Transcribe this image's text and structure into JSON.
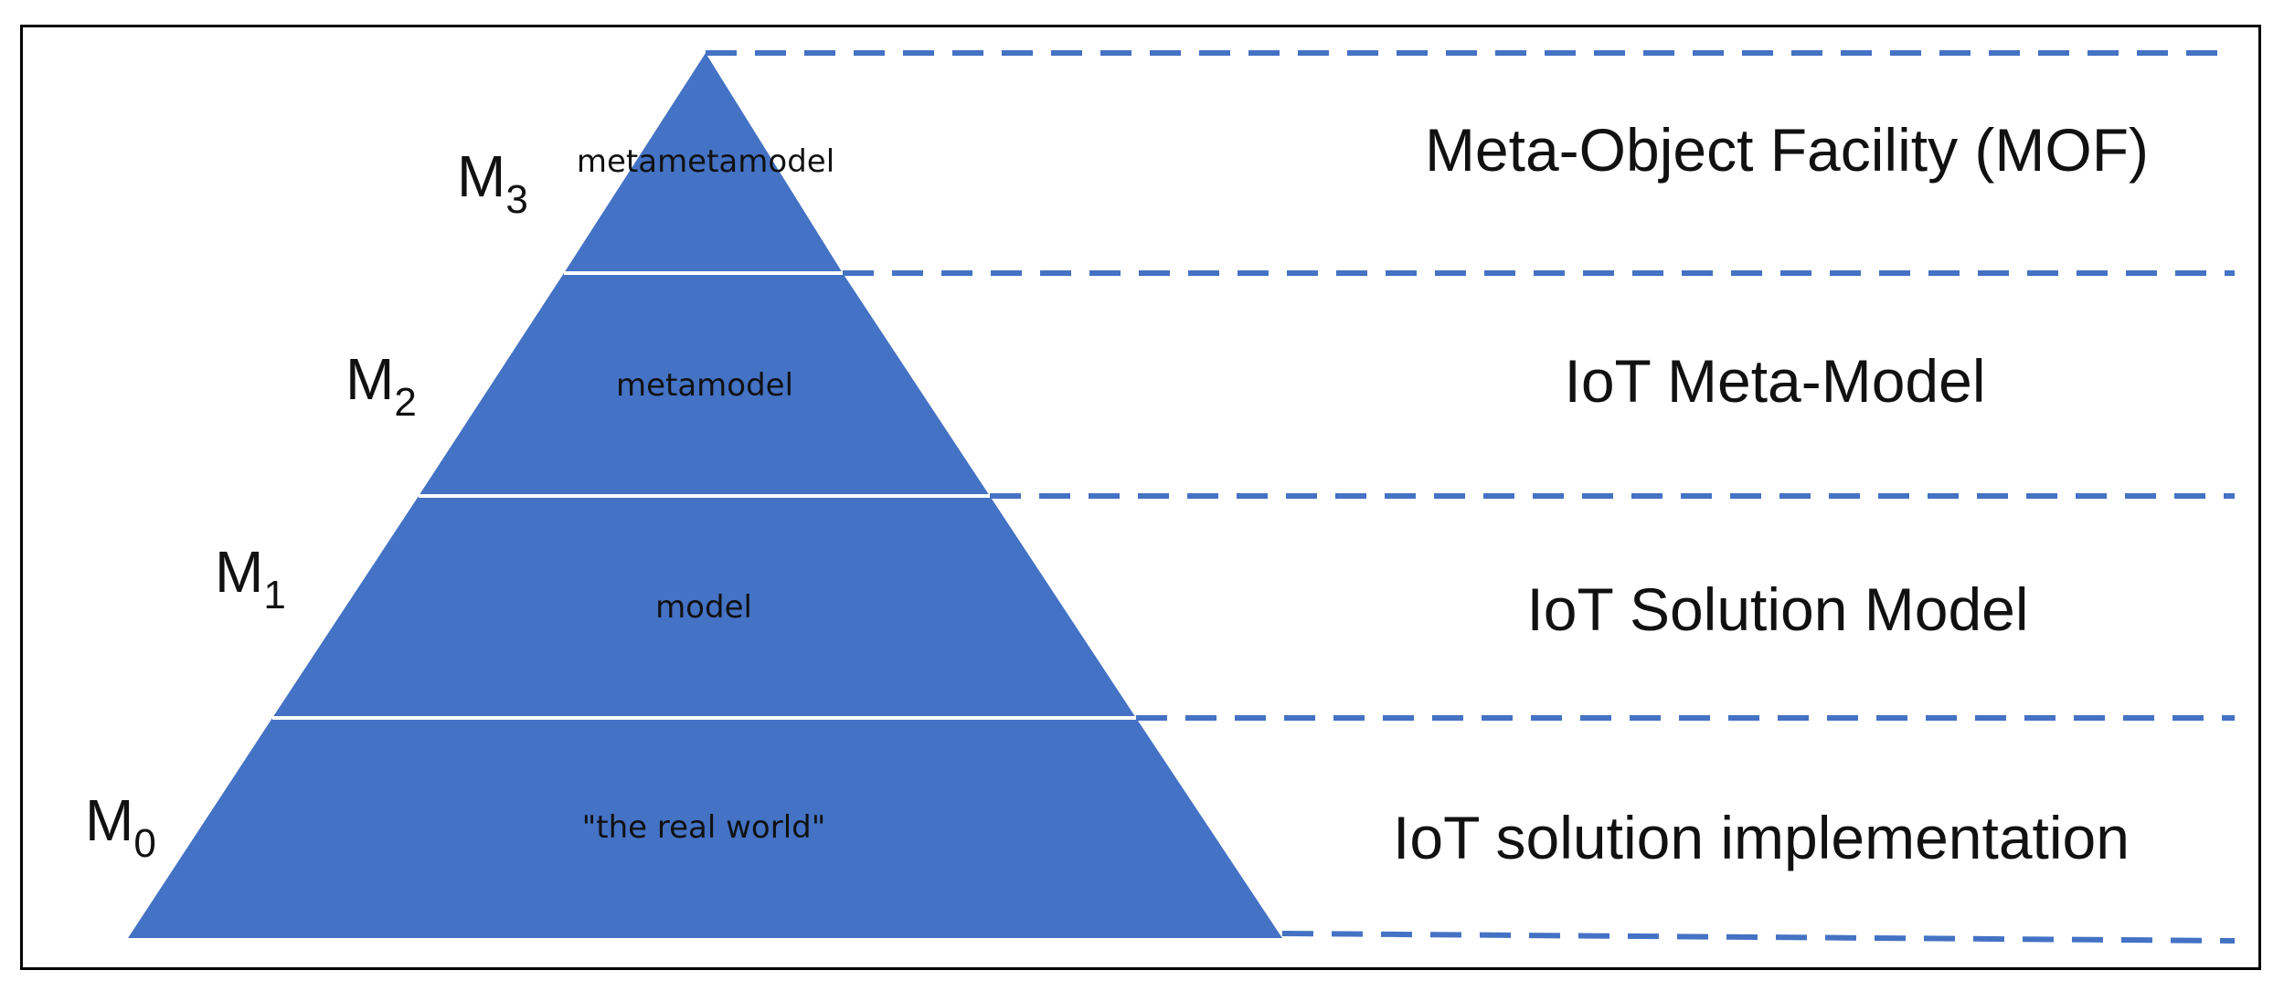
{
  "colors": {
    "pyramid_fill": "#4472C4",
    "separator": "#FFFFFF",
    "dashed_line": "#4472C4",
    "border": "#000000",
    "text": "#111111"
  },
  "levels": [
    {
      "letter": "M",
      "subscript": "3",
      "tier_text": "metametamodel",
      "right_label": "Meta-Object Facility (MOF)"
    },
    {
      "letter": "M",
      "subscript": "2",
      "tier_text": "metamodel",
      "right_label": "IoT Meta-Model"
    },
    {
      "letter": "M",
      "subscript": "1",
      "tier_text": "model",
      "right_label": "IoT Solution Model"
    },
    {
      "letter": "M",
      "subscript": "0",
      "tier_text": "\"the real world\"",
      "right_label": "IoT solution implementation"
    }
  ]
}
